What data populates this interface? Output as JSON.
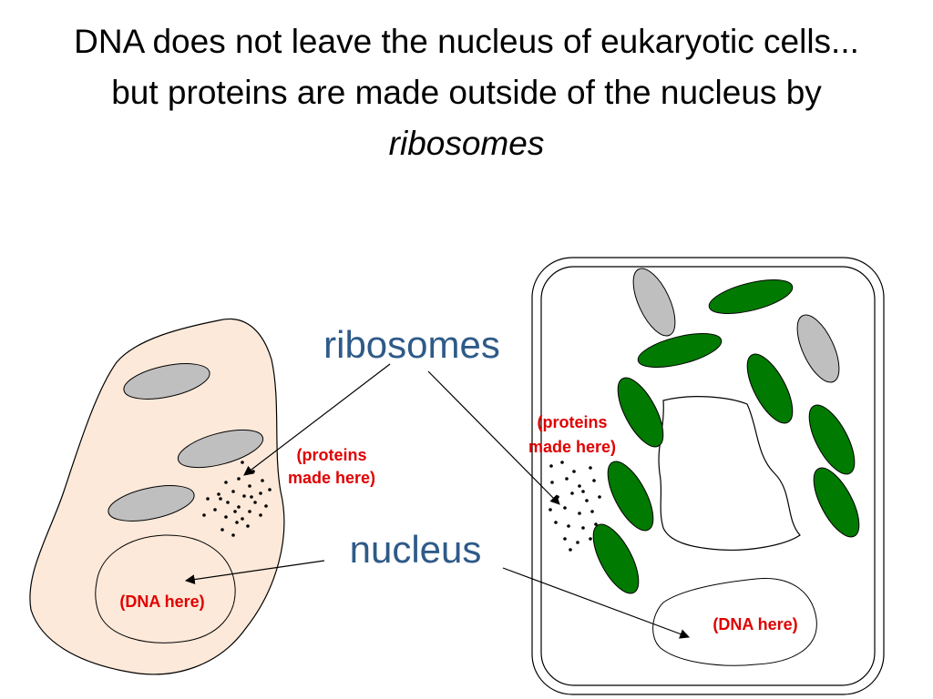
{
  "title": {
    "line1": "DNA does not leave the nucleus of eukaryotic cells...",
    "line2": "but proteins are made outside of the nucleus by",
    "line3": "ribosomes"
  },
  "labels": {
    "ribosomes": "ribosomes",
    "nucleus": "nucleus",
    "animal_proteins_1": "(proteins",
    "animal_proteins_2": "made here)",
    "animal_dna": "(DNA here)",
    "plant_proteins_1": "(proteins",
    "plant_proteins_2": "made here)",
    "plant_dna": "(DNA here)"
  },
  "colors": {
    "label_blue": "#2e5a88",
    "label_red": "#e00000",
    "animal_cell_fill": "#fde9d9",
    "organelle_gray": "#bfbfbf",
    "chloroplast_green": "#007a00"
  }
}
